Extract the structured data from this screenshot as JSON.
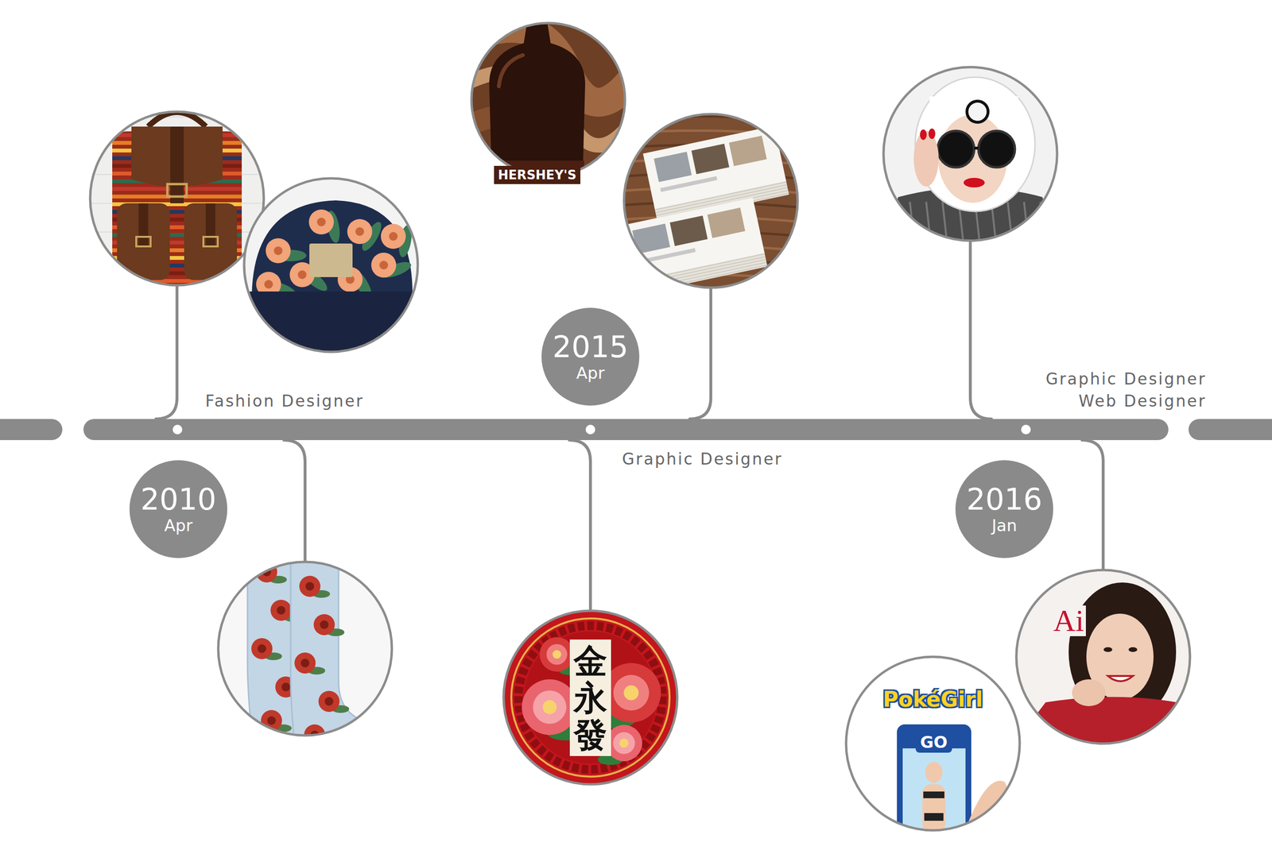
{
  "diagram": {
    "nodes": [
      {
        "text": [
          "2010",
          "Apr"
        ]
      },
      {
        "text": [
          "2015",
          "Apr"
        ]
      },
      {
        "text": [
          "2016",
          "Jan"
        ]
      }
    ],
    "labels": [
      "Fashion Designer",
      "Graphic Designer",
      "Graphic Designer",
      "Web Designer",
      "HERSHEY'S",
      "金永發",
      "PokéGirl",
      "GO",
      "Ai"
    ]
  }
}
